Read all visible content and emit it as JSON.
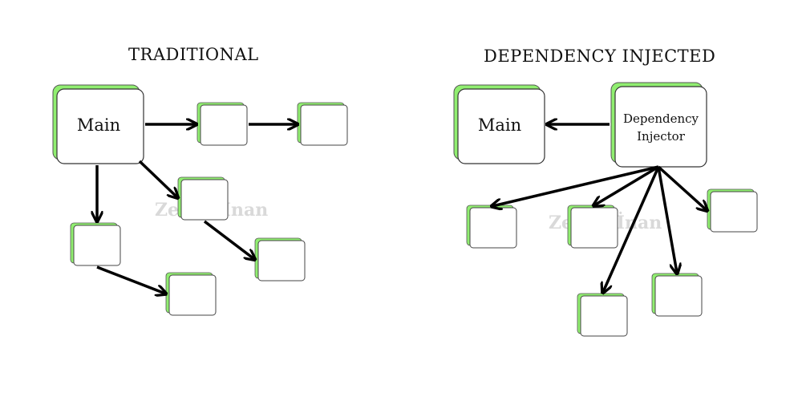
{
  "titles": {
    "traditional": "TRADITIONAL",
    "dependency_injected": "DEPENDENCY INJECTED"
  },
  "nodes": {
    "left_main": "Main",
    "right_main": "Main",
    "injector_line1": "Dependency",
    "injector_line2": "Injector"
  },
  "watermark": "Zeliha İnan",
  "colors": {
    "box_shadow": "#90ee70",
    "box_fill": "#ffffff",
    "stroke": "#000000"
  }
}
